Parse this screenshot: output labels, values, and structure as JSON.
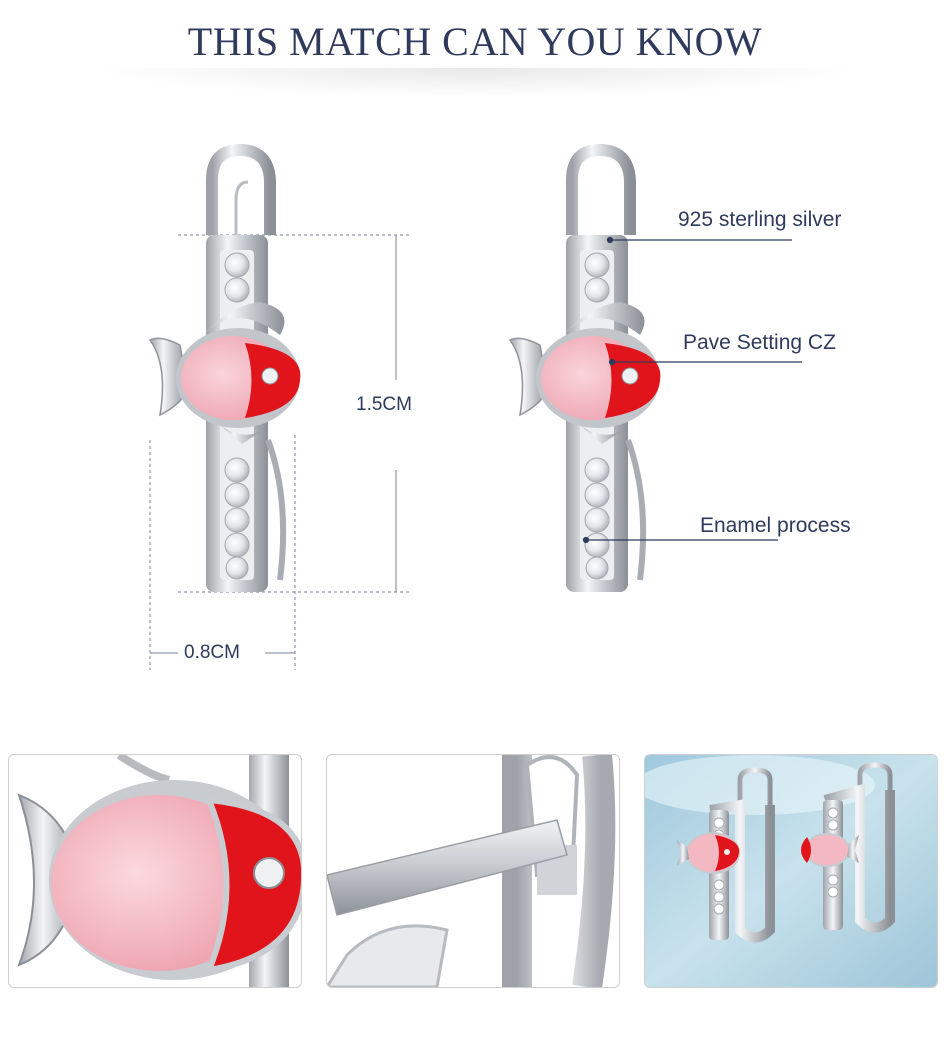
{
  "header": {
    "title": "THIS MATCH CAN YOU KNOW"
  },
  "dimensions": {
    "height_label": "1.5CM",
    "width_label": "0.8CM"
  },
  "callouts": [
    {
      "label": "925 sterling silver"
    },
    {
      "label": "Pave Setting CZ"
    },
    {
      "label": "Enamel process"
    }
  ],
  "colors": {
    "title": "#2f3a5c",
    "fish_pink": "#f4b8c2",
    "fish_red": "#e0141a",
    "silver": "#d6d8dc",
    "guide_line": "#7a8299"
  },
  "thumbnails": [
    {
      "subject": "fish-closeup"
    },
    {
      "subject": "hinge-closeup"
    },
    {
      "subject": "earring-pair-photo"
    }
  ]
}
